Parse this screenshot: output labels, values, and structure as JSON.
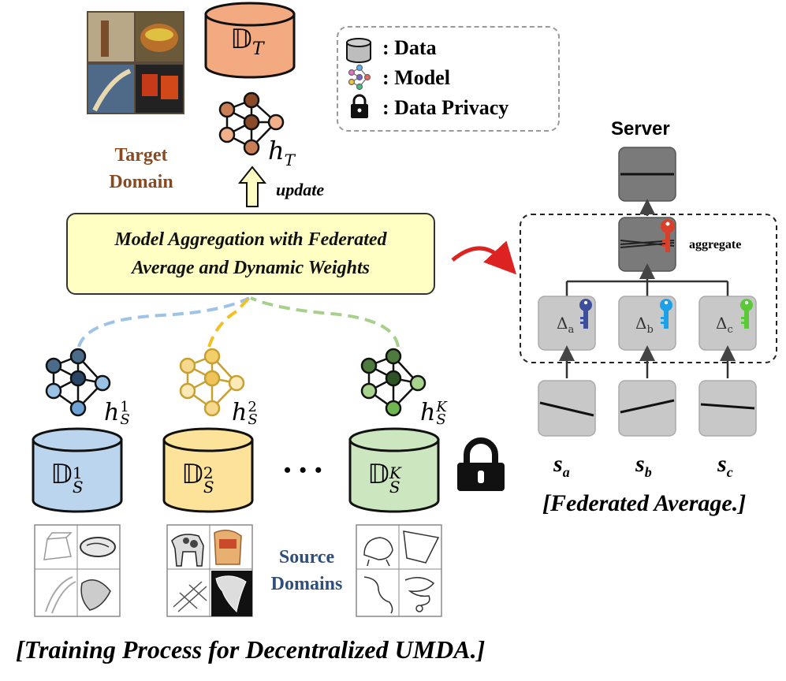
{
  "legend": {
    "data_label": ": Data",
    "model_label": ": Model",
    "privacy_label": ": Data Privacy"
  },
  "target": {
    "domain_label_line1": "Target",
    "domain_label_line2": "Domain",
    "dataset_symbol": "𝔻",
    "dataset_subscript": "T",
    "model_symbol": "h",
    "model_subscript": "T",
    "update_label": "update"
  },
  "aggregation": {
    "line1": "Model Aggregation with Federated",
    "line2": "Average and Dynamic Weights"
  },
  "sources": [
    {
      "dataset_symbol": "𝔻",
      "sub": "S",
      "sup": "1",
      "model_symbol": "h",
      "model_sub": "S",
      "model_sup": "1"
    },
    {
      "dataset_symbol": "𝔻",
      "sub": "S",
      "sup": "2",
      "model_symbol": "h",
      "model_sub": "S",
      "model_sup": "2"
    },
    {
      "dataset_symbol": "𝔻",
      "sub": "S",
      "sup": "K",
      "model_symbol": "h",
      "model_sub": "S",
      "model_sup": "K"
    }
  ],
  "ellipsis": "• • •",
  "source_domain_label_line1": "Source",
  "source_domain_label_line2": "Domains",
  "federated": {
    "server_label": "Server",
    "aggregate_label": "aggregate",
    "deltas": [
      "Δ",
      "Δ",
      "Δ"
    ],
    "delta_subs": [
      "a",
      "b",
      "c"
    ],
    "client_sym": "s",
    "client_subs": [
      "a",
      "b",
      "c"
    ],
    "caption": "[Federated Average.]"
  },
  "caption": "[Training Process for Decentralized UMDA.]",
  "colors": {
    "target": "#f4aa80",
    "target_model_fill": "#c97e55",
    "source1": "#bcd5ef",
    "source2": "#fde29a",
    "sourceK": "#cce6bf",
    "agg_box": "#ffffc4",
    "key_red": "#d9402c",
    "key_blue": "#3d4f9c",
    "key_cyan": "#1ea0e6",
    "key_green": "#5cc93a",
    "source_label": "#2f4f7a",
    "target_label": "#8a4a20"
  }
}
